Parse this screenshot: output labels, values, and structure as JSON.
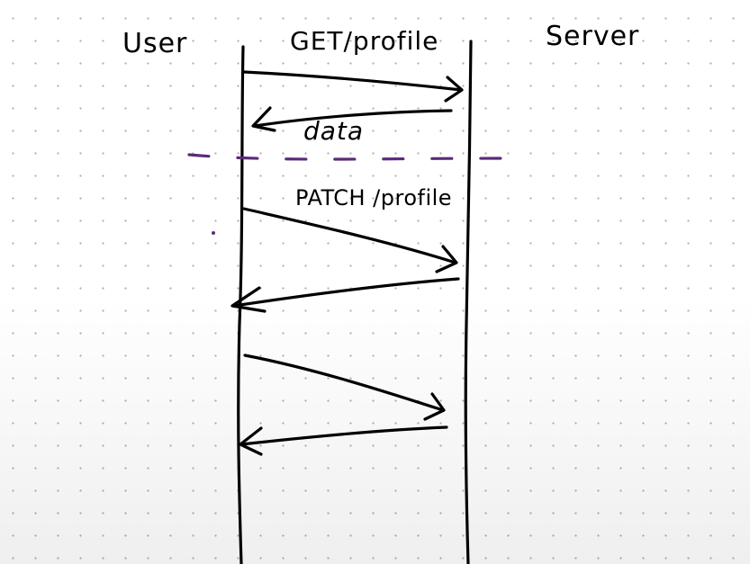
{
  "board": {
    "ink_color": "#000000",
    "accent_color": "#5b2a7a"
  },
  "labels": {
    "user": "User",
    "get_request": "GET/profile",
    "server": "Server",
    "data_response": "data",
    "patch_request": "PATCH /profile"
  }
}
